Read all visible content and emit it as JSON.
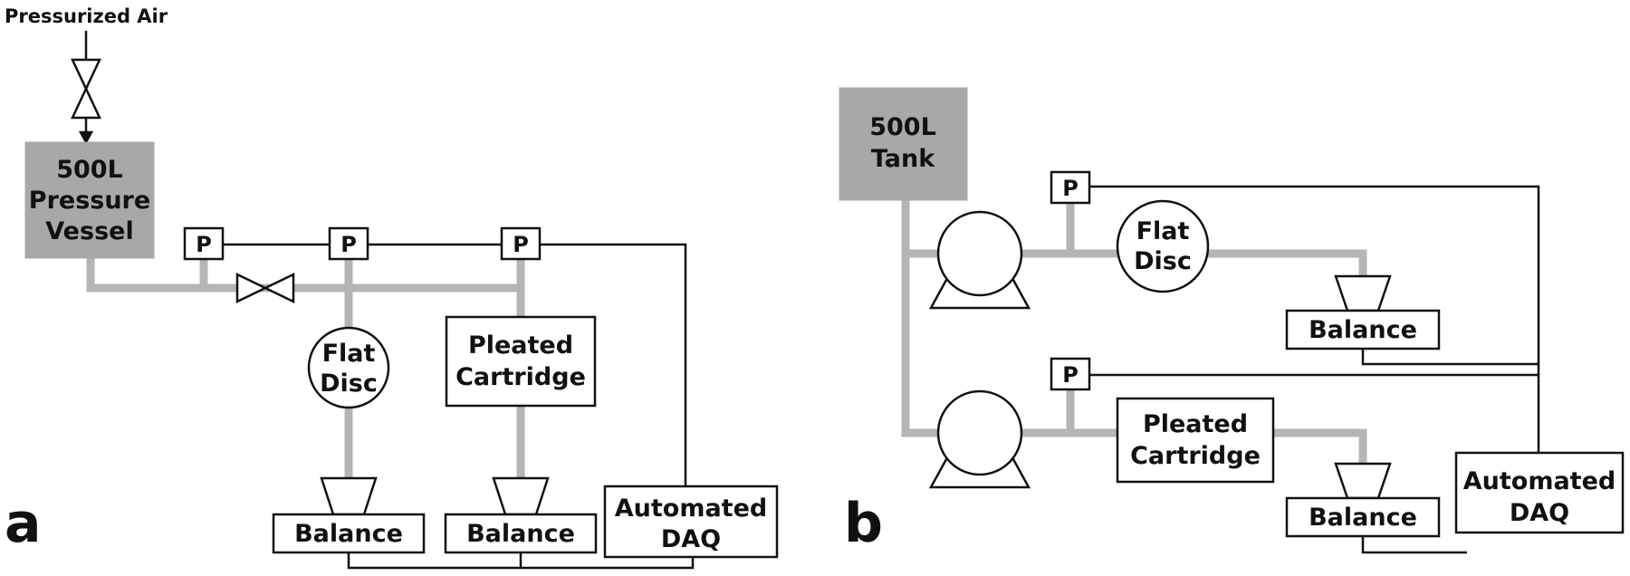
{
  "panel_a": {
    "letter": "a",
    "air_label": "Pressurized Air",
    "vessel_line1": "500L",
    "vessel_line2": "Pressure",
    "vessel_line3": "Vessel",
    "gauge_1": "P",
    "gauge_2": "P",
    "gauge_3": "P",
    "disc_line1": "Flat",
    "disc_line2": "Disc",
    "cartridge_line1": "Pleated",
    "cartridge_line2": "Cartridge",
    "balance_1": "Balance",
    "balance_2": "Balance",
    "daq_line1": "Automated",
    "daq_line2": "DAQ"
  },
  "panel_b": {
    "letter": "b",
    "tank_line1": "500L",
    "tank_line2": "Tank",
    "gauge_1": "P",
    "gauge_2": "P",
    "disc_line1": "Flat",
    "disc_line2": "Disc",
    "cartridge_line1": "Pleated",
    "cartridge_line2": "Cartridge",
    "balance_1": "Balance",
    "balance_2": "Balance",
    "daq_line1": "Automated",
    "daq_line2": "DAQ"
  }
}
